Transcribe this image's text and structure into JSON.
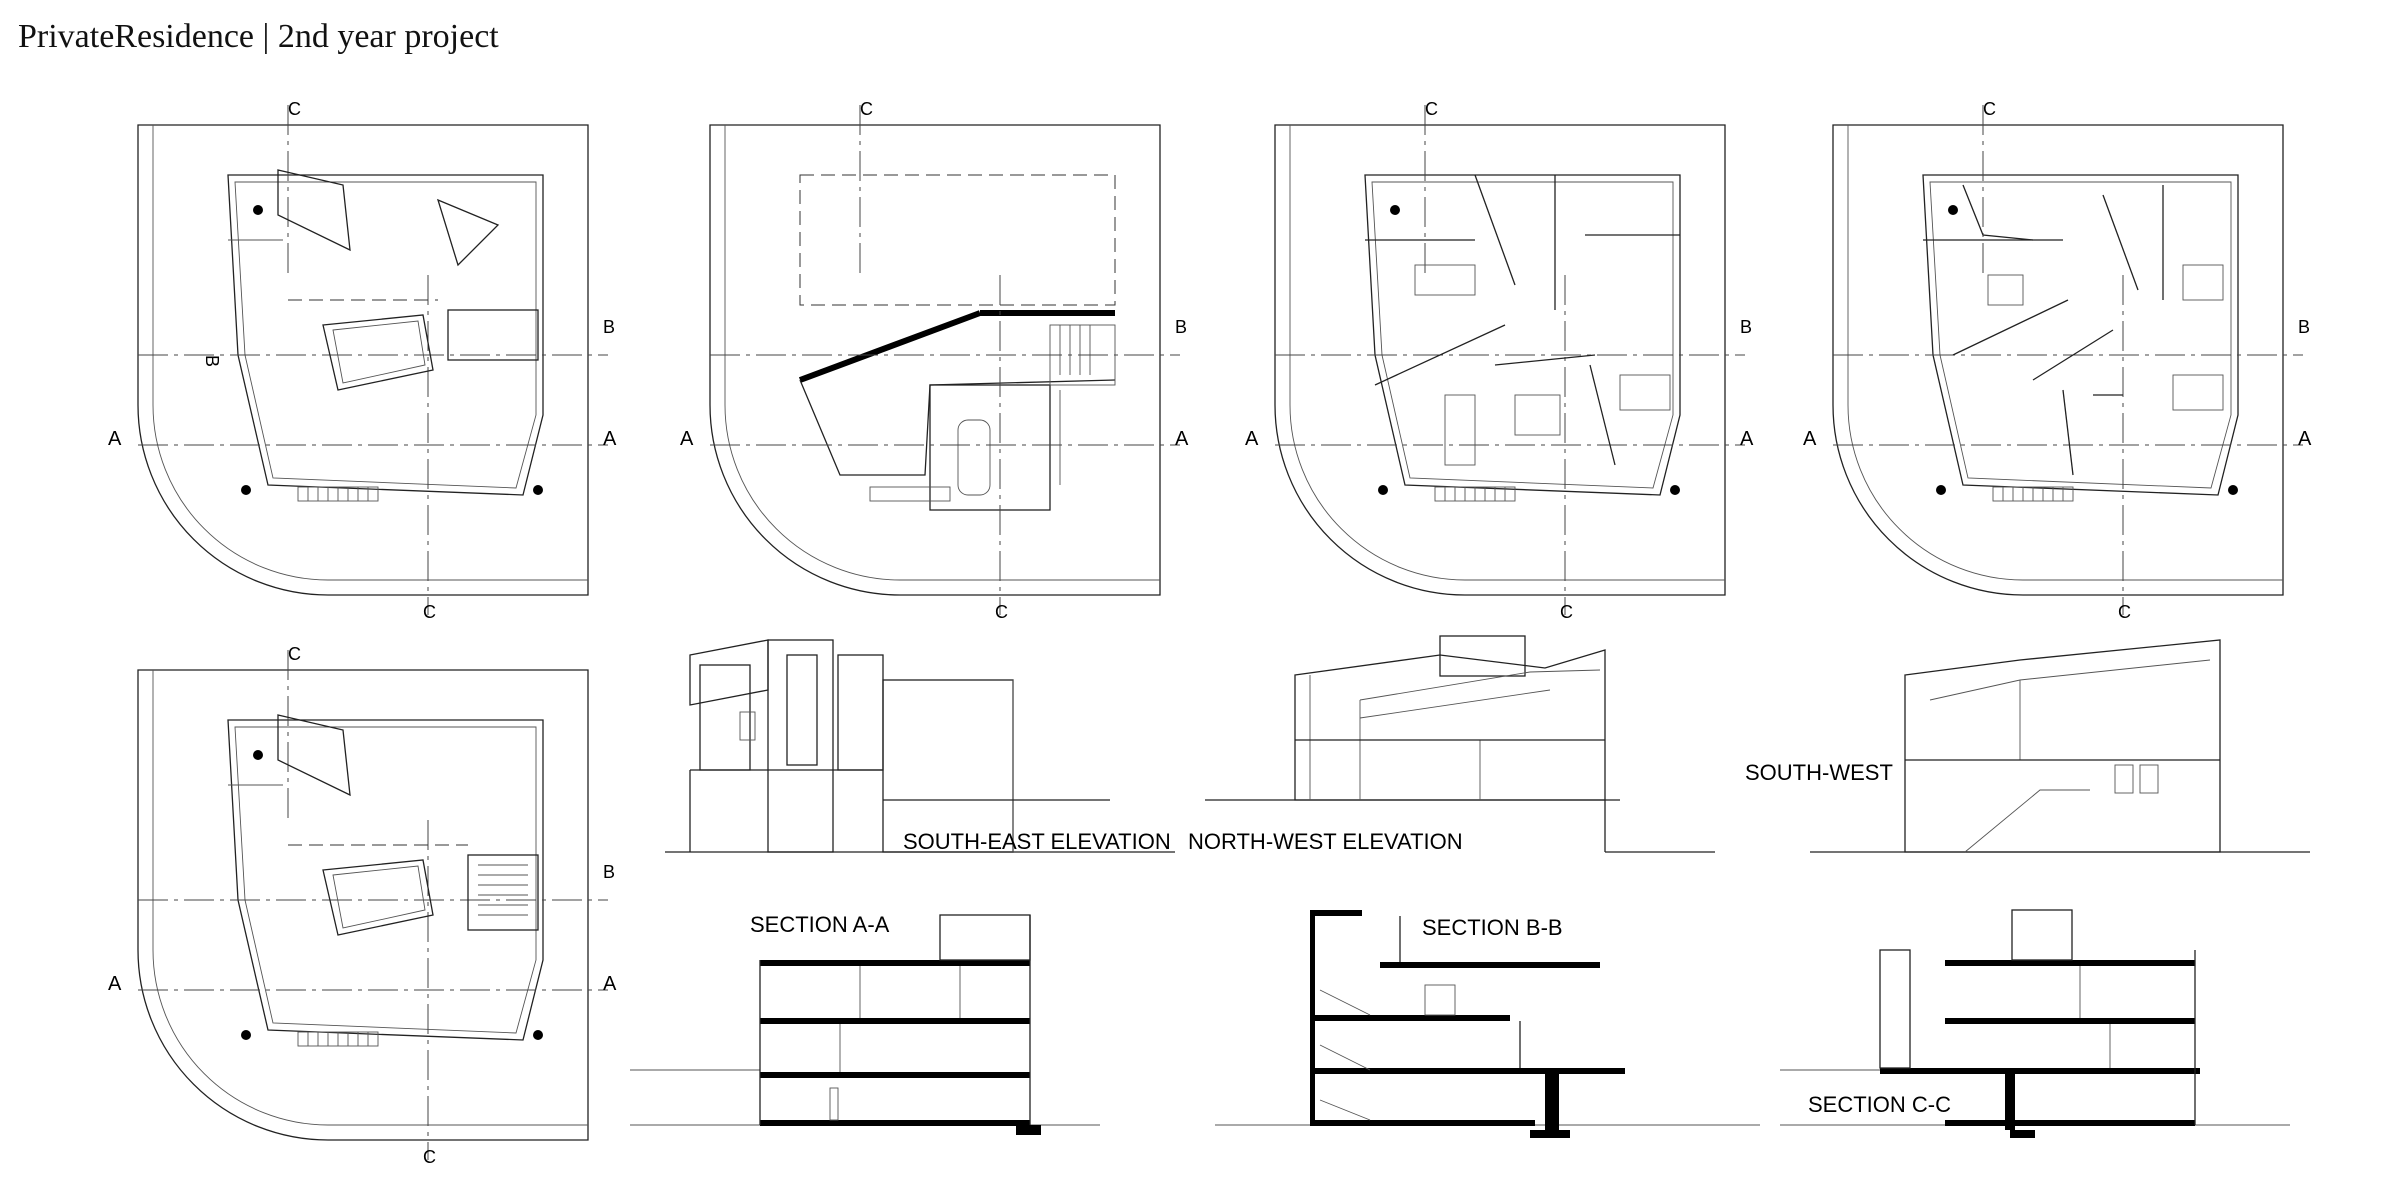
{
  "header": {
    "title": "PrivateResidence | 2nd year project"
  },
  "plans": [
    {
      "name": "plan-roof",
      "labels": {
        "c": "C",
        "b": "B",
        "a": "A"
      }
    },
    {
      "name": "plan-ground",
      "labels": {
        "c": "C",
        "b": "B",
        "a": "A"
      }
    },
    {
      "name": "plan-first",
      "labels": {
        "c": "C",
        "b": "B",
        "a": "A"
      }
    },
    {
      "name": "plan-second",
      "labels": {
        "c": "C",
        "b": "B",
        "a": "A"
      }
    },
    {
      "name": "plan-roof-stair",
      "labels": {
        "c": "C",
        "b": "B",
        "a": "A"
      }
    }
  ],
  "elevations": {
    "south_east": "SOUTH-EAST ELEVATION",
    "north_west": "NORTH-WEST ELEVATION",
    "south_west": "SOUTH-WEST"
  },
  "sections": {
    "a": "SECTION A-A",
    "b": "SECTION B-B",
    "c": "SECTION C-C"
  }
}
